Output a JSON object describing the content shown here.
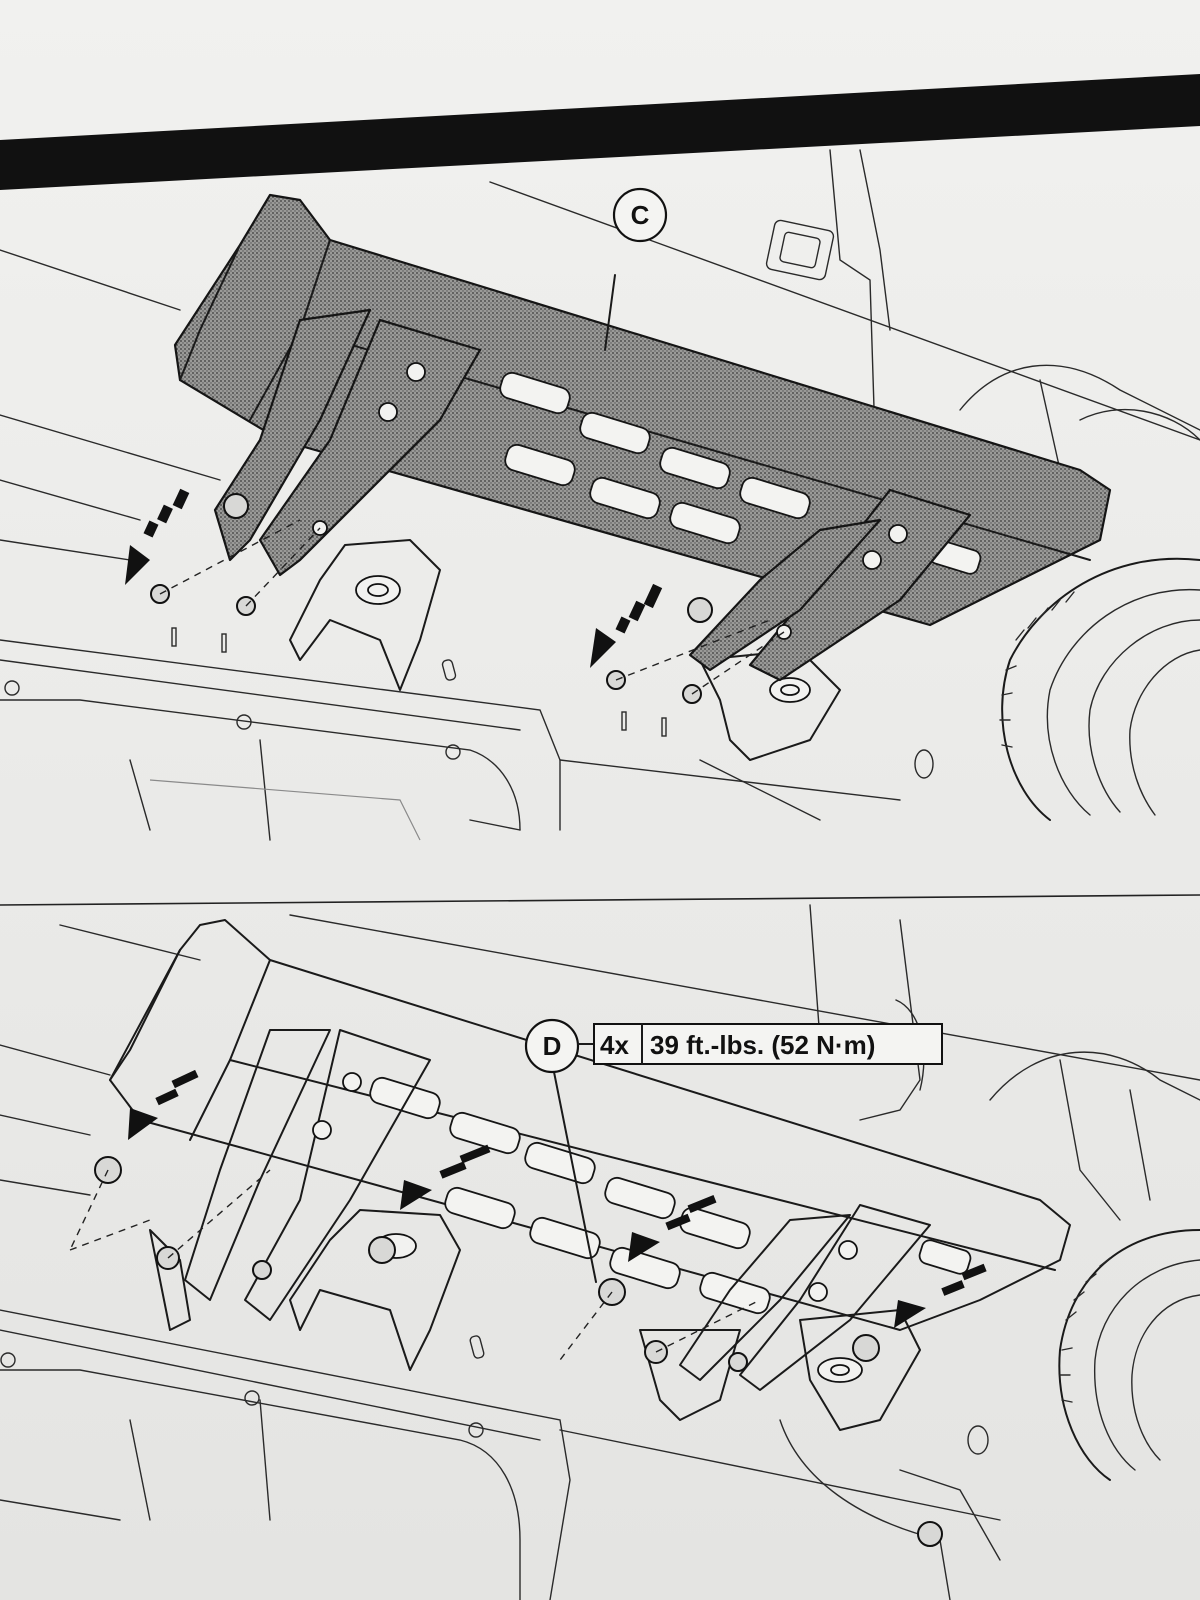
{
  "callouts": {
    "upper": {
      "label": "C"
    },
    "lower": {
      "label": "D"
    }
  },
  "torque_spec": {
    "quantity": "4x",
    "value": "39 ft.-lbs. (52 N·m)"
  },
  "colors": {
    "ink": "#1a1a1a",
    "paper": "#efefed",
    "header_bar": "#111111",
    "step_shading": "#7d7d7d"
  }
}
